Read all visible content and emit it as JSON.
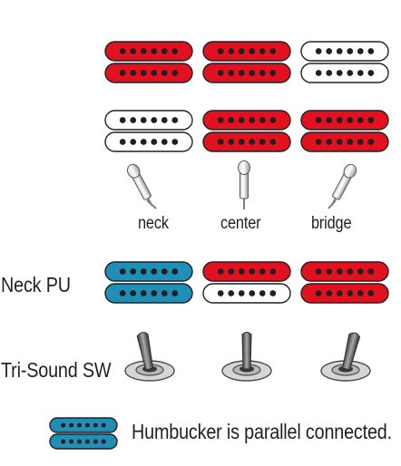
{
  "colors": {
    "red": "#e2111f",
    "white": "#ffffff",
    "blue": "#1f8fb8",
    "outline": "#231f20",
    "pole": "#231f20"
  },
  "pickups": {
    "row1": [
      "red-red",
      "red-red",
      "white-white"
    ],
    "row2": [
      "white-white",
      "red-red",
      "red-red"
    ],
    "row3": [
      "blue-blue",
      "red-white",
      "red-red"
    ]
  },
  "selector_labels": [
    "neck",
    "center",
    "bridge"
  ],
  "row_labels": {
    "neck_pu": "Neck PU",
    "tri_sound": "Tri-Sound SW"
  },
  "legend": {
    "icon": "blue-humbucker-icon",
    "text": "Humbucker is parallel connected."
  }
}
